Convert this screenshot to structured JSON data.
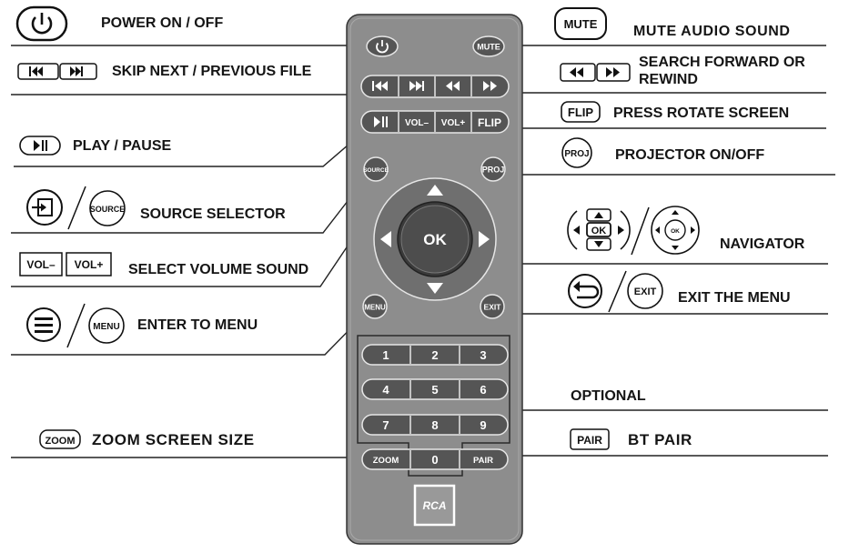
{
  "labels": {
    "power": "POWER ON / OFF",
    "mute": "MUTE AUDIO SOUND",
    "skip": "SKIP  NEXT / PREVIOUS FILE",
    "search_1": "SEARCH FORWARD OR",
    "search_2": "REWIND",
    "flip": "PRESS ROTATE SCREEN",
    "play": "PLAY / PAUSE",
    "proj": "PROJECTOR ON/OFF",
    "source": "SOURCE  SELECTOR",
    "navigator": "NAVIGATOR",
    "volume": "SELECT VOLUME SOUND",
    "exit": "EXIT THE MENU",
    "menu": "ENTER TO MENU",
    "optional": "OPTIONAL",
    "zoom": "ZOOM SCREEN SIZE",
    "pair": "BT PAIR"
  },
  "icon_text": {
    "mute": "MUTE",
    "flip": "FLIP",
    "proj": "PROJ",
    "source": "SOURCE",
    "vol_minus": "VOL–",
    "vol_plus": "VOL+",
    "ok": "OK",
    "exit": "EXIT",
    "menu": "MENU",
    "zoom": "ZOOM",
    "pair": "PAIR"
  },
  "remote": {
    "mute": "MUTE",
    "vol_minus": "VOL–",
    "vol_plus": "VOL+",
    "flip": "FLIP",
    "source": "SOURCE",
    "proj": "PROJ",
    "ok": "OK",
    "menu": "MENU",
    "exit": "EXIT",
    "digits": [
      "1",
      "2",
      "3",
      "4",
      "5",
      "6",
      "7",
      "8",
      "9"
    ],
    "zoom": "ZOOM",
    "zero": "0",
    "pair": "PAIR",
    "brand": "RCA"
  },
  "colors": {
    "remote_body": "#8a8a8a",
    "button": "#5a5a5a",
    "dpad": "#6f6f6f",
    "ok_button": "#4d4d4d"
  }
}
